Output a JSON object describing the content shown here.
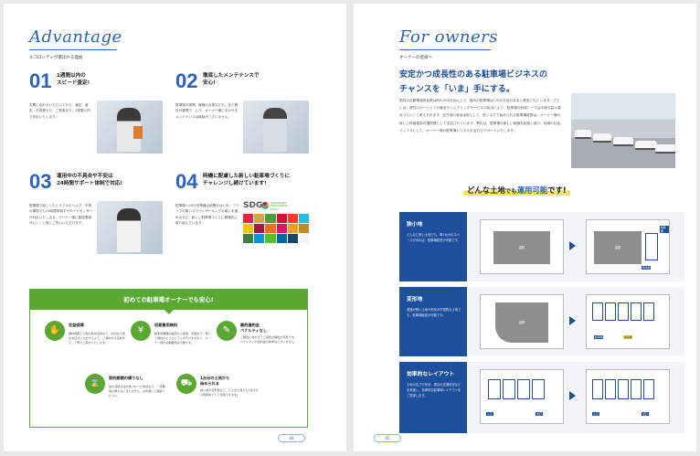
{
  "left": {
    "title": "Advantage",
    "subtitle": "エコロシティが選ばれる理由",
    "folio": "04",
    "advantages": [
      {
        "num": "01",
        "title": "1週間以内の\nスピード査定!",
        "body": "お問い合わせいただいてから、査定、査定、お見積もり、ご提案まで、1週間以内で対応いたします。"
      },
      {
        "num": "02",
        "title": "徹底したメンテナンスで\n安心!",
        "body": "駐車場の清掃、機器の点検なども、全て弊社の管理で、ムダ、オーナー様にまかせるメンテナンスは無駄がございません。"
      },
      {
        "num": "03",
        "title": "運用中の不具合や不安は\n24時間サポート体制で対応!",
        "body": "駐車場で起こったトラブルやヘルプ、不測の事態でも24時間体制でサポートセンターが対応いたします。オーナー様に直接連絡がいくこと無くご安心いただけます。"
      },
      {
        "num": "04",
        "title": "時機に配慮した新しい駐車場づくりに\nチャレンジし続けています!",
        "body": "駐車場へのEV充電器の設置をはじめ、フラップの無いスマートパーキングの導入を進めるなど、新しい駐車場づくりに積極的に取り組んでいます。"
      }
    ],
    "sdgs": {
      "logo": "SDGs",
      "caption": "SUSTAINABLE\nDEVELOPMENT\nGOALS"
    },
    "merits_title": "初めての駐車場オーナーでも安心!",
    "merits": [
      {
        "icon": "✋",
        "title": "収益保障",
        "body": "賃料保障と土地の有効活用など、大切な土地をお任せいただけるよう、ご契約から完成まで、丁寧にご案内いたします。"
      },
      {
        "icon": "¥",
        "title": "初期費用無料",
        "body": "駐車場機器の設置から運営、管理まで一貫して弊社のエコロシティが行いますので、オーナー様の初期費用は不要です。"
      },
      {
        "icon": "✎",
        "title": "解約違約金\nペナルティなし",
        "body": "ご都合にあわせてご契約の解約が可能です。ペナルティや違約金の請求はございません。"
      },
      {
        "icon": "⌛",
        "title": "契約期間の縛りなし",
        "body": "他の活用方法が見つかった場合など、一定期間の縛りはございません。お気軽にご相談ください。"
      },
      {
        "icon": "⛟",
        "title": "1台分の土地から\n始められる",
        "body": "狭小地や変形地など、どんな土地でも1台分から駐車場として活用できます。"
      }
    ]
  },
  "right": {
    "title": "For owners",
    "subtitle": "オーナーの皆様へ",
    "folio": "05",
    "lead_1": "安定かつ成長性のある駐車場ビジネスの",
    "lead_2": "チャンスを「いま」手にする。",
    "intro": "国内の自動車保有台数は約8,000万台以上で、国内の駐車場は1,000万台分あると推定されています。さらには、現代のカーシェアの普及やシェアリングサービスの拡大により、駐車場の利用ニーズは今後も益々高まっていくと考えられます。空き地の有効活用として、低リスクで始められる駐車場経営は、オーナー様の新しい資産運用の選択肢として注目されています。弊社は、駐車場の新しい価値を創造し続け、地域の社会インフラとして、オーナー様の駐車場ビジネスを全力でサポートいたします。",
    "banner_1": "どんな土地",
    "banner_2": "でも",
    "banner_3": "運用可能",
    "banner_4": "です!",
    "cases": [
      {
        "title": "狭小地",
        "body": "どんなに狭い土地でも、車1台分のスペースがあれば、駐車場経営が可能です。"
      },
      {
        "title": "変形地",
        "body": "道路が狭い土地や形状が不規則な土地でも、駐車場経営が可能です。"
      },
      {
        "title": "効率的なレイアウト",
        "body": "土地の広さや形状、周辺の交通状況などを考慮し、効率的な駐車場レイアウトをご提案します。"
      }
    ],
    "labels": {
      "building": "建物",
      "parking": "駐車場",
      "entrance": "入口",
      "exit": "出口",
      "meter": "精算機"
    }
  }
}
